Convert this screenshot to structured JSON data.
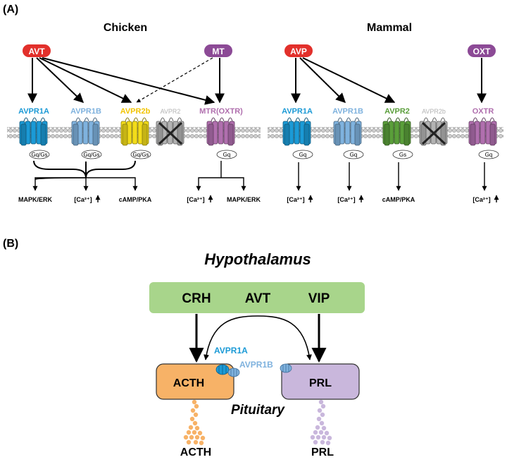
{
  "panel_a": {
    "label": "(A)",
    "chicken": {
      "title": "Chicken",
      "ligand_avt": "AVT",
      "ligand_mt": "MT",
      "receptors": [
        {
          "name": "AVPR1A",
          "coupling": "Gq/Gs",
          "color": "#1b9ad6"
        },
        {
          "name": "AVPR1B",
          "coupling": "Gq/Gs",
          "color": "#7fb2de"
        },
        {
          "name": "AVPR2b",
          "coupling": "Gq/Gs",
          "color": "#f2dc1a"
        },
        {
          "name": "AVPR2",
          "coupling": "",
          "color": "#b3b3b3"
        },
        {
          "name": "MTR(OXTR)",
          "coupling": "Gq",
          "color": "#b06fae"
        }
      ],
      "outputs_left": [
        "MAPK/ERK",
        "[Ca²⁺]",
        "cAMP/PKA"
      ],
      "outputs_right": [
        "[Ca²⁺]",
        "MAPK/ERK"
      ]
    },
    "mammal": {
      "title": "Mammal",
      "ligand_avp": "AVP",
      "ligand_oxt": "OXT",
      "receptors": [
        {
          "name": "AVPR1A",
          "coupling": "Gq",
          "color": "#1b9ad6"
        },
        {
          "name": "AVPR1B",
          "coupling": "Gq",
          "color": "#7fb2de"
        },
        {
          "name": "AVPR2",
          "coupling": "Gs",
          "color": "#5a9e3a"
        },
        {
          "name": "AVPR2b",
          "coupling": "",
          "color": "#b3b3b3"
        },
        {
          "name": "OXTR",
          "coupling": "Gq",
          "color": "#b06fae"
        }
      ],
      "outputs": [
        "[Ca²⁺]",
        "[Ca²⁺]",
        "cAMP/PKA",
        "[Ca²⁺]"
      ]
    },
    "colors": {
      "avt_red": "#e2302b",
      "mt_purple": "#8c4a96"
    }
  },
  "panel_b": {
    "label": "(B)",
    "hypothalamus": "Hypothalamus",
    "box_labels": [
      "CRH",
      "AVT",
      "VIP"
    ],
    "receptor_labels": [
      "AVPR1A",
      "AVPR1B"
    ],
    "acth_cell": "ACTH",
    "prl_cell": "PRL",
    "pituitary": "Pituitary",
    "secreted": [
      "ACTH",
      "PRL"
    ],
    "colors": {
      "green": "#a8d58b",
      "orange": "#f7b267",
      "lilac": "#c9b7dc"
    }
  }
}
